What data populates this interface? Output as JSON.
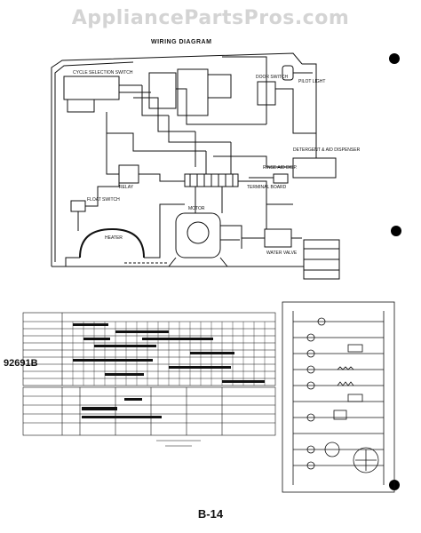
{
  "watermark": "AppliancePartsPros.com",
  "diagram_title": "WIRING DIAGRAM",
  "labels": {
    "cycle_selection_switch": "CYCLE SELECTION SWITCH",
    "door_switch": "DOOR SWITCH",
    "pilot_light": "PILOT LIGHT",
    "detergent_dispenser": "DETERGENT & AID DISPENSER",
    "rinse_aid_dispenser": "RINSE AID DISP.",
    "relay": "RELAY",
    "terminal_board": "TERMINAL BOARD",
    "float_switch": "FLOAT SWITCH",
    "heater": "HEATER",
    "motor": "MOTOR",
    "water_valve": "WATER VALVE"
  },
  "part_number": "92691B",
  "page_number": "B-14",
  "colors": {
    "ink": "#111111",
    "watermark": "#d4d4d4",
    "paper": "#ffffff"
  }
}
